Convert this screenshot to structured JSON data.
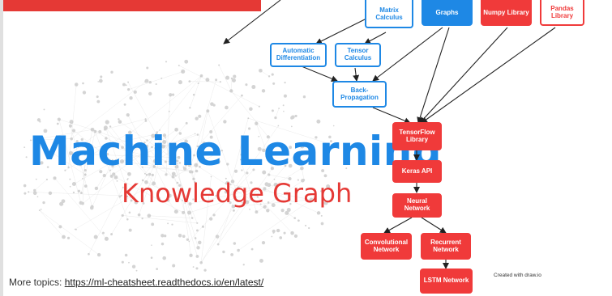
{
  "title": "Machine Learning",
  "subtitle": "Knowledge Graph",
  "footer": {
    "prefix": "More topics: ",
    "link": "https://ml-cheatsheet.readthedocs.io/en/latest/"
  },
  "credit": "Created with draw.io",
  "nodes": {
    "matrix_calculus": "Matrix Calculus",
    "graphs": "Graphs",
    "numpy": "Numpy Library",
    "pandas": "Pandas Library",
    "autodiff": "Automatic Differentiation",
    "tensor_calculus": "Tensor Calculus",
    "backprop": "Back-Propagation",
    "tensorflow": "TensorFlow Library",
    "keras": "Keras API",
    "neural_network": "Neural Network",
    "cnn": "Convolutional Network",
    "rnn": "Recurrent Network",
    "lstm": "LSTM Network"
  },
  "colors": {
    "blue": "#1e88e5",
    "red": "#f03a3a"
  }
}
